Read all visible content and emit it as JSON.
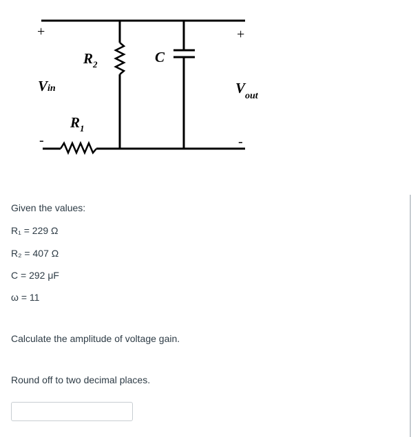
{
  "circuit": {
    "plus_left": "+",
    "plus_right": "+",
    "minus_left": "-",
    "minus_right": "-",
    "vin_main": "V",
    "vin_sub": "in",
    "vout_main": "V",
    "vout_sub": "out",
    "r2_main": "R",
    "r2_sub": "2",
    "r1_main": "R",
    "r1_sub": "1",
    "c_label": "C"
  },
  "question": {
    "intro": "Given the values:",
    "r1": "R₁ = 229 Ω",
    "r2": "R₂ = 407 Ω",
    "c": "C = 292 μF",
    "omega": "ω = 11",
    "task": "Calculate the amplitude of voltage gain.",
    "rounding": "Round off to two decimal places.",
    "answer_value": ""
  }
}
